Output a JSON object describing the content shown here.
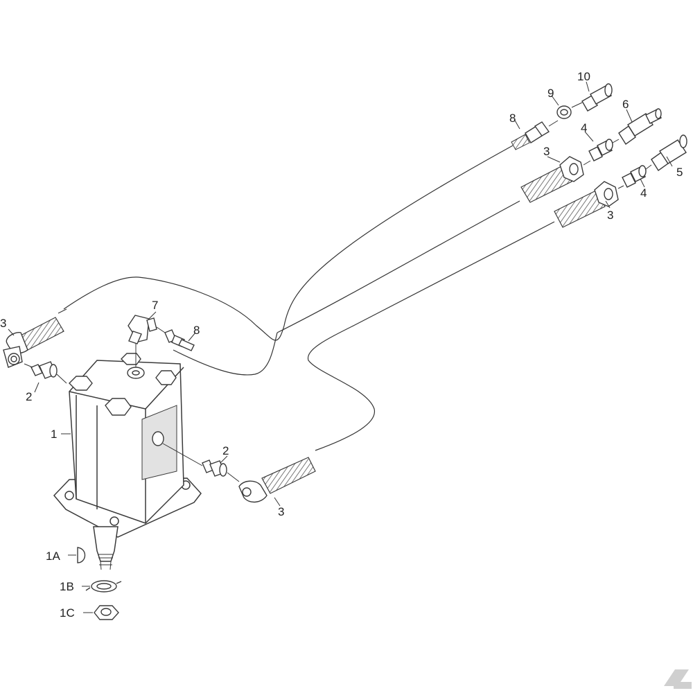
{
  "callouts": {
    "part_1": "1",
    "part_1a": "1A",
    "part_1b": "1B",
    "part_1c": "1C",
    "part_2_left": "2",
    "part_2_right": "2",
    "part_3_left": "3",
    "part_3_bottom": "3",
    "part_3_mid": "3",
    "part_3_right": "3",
    "part_4_upper": "4",
    "part_4_lower": "4",
    "part_5": "5",
    "part_6": "6",
    "part_7": "7",
    "part_8_left": "8",
    "part_8_top": "8",
    "part_9": "9",
    "part_10": "10"
  },
  "colors": {
    "line": "#3a3a3a",
    "shade": "#e2e2e2",
    "logo": "#cfcfcf"
  }
}
